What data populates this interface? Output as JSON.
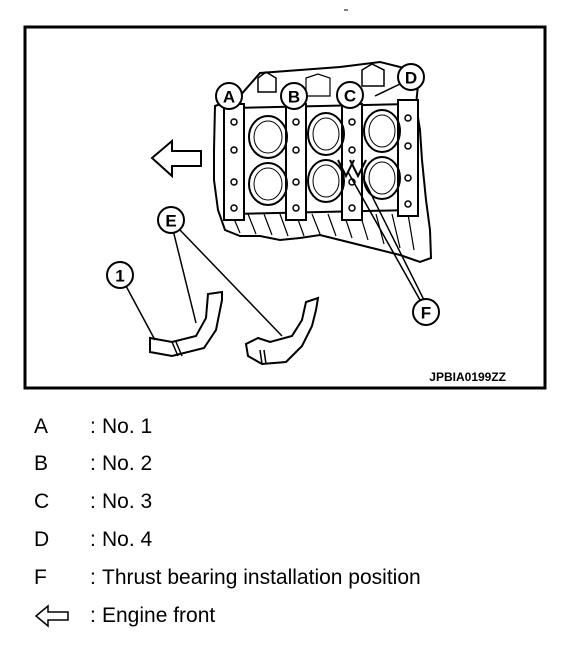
{
  "figure": {
    "code": "JPBIA0199ZZ",
    "callouts": [
      "A",
      "B",
      "C",
      "D",
      "E",
      "F",
      "1"
    ]
  },
  "legend": [
    {
      "key": "A",
      "separator": ":",
      "text": "No. 1"
    },
    {
      "key": "B",
      "separator": ":",
      "text": "No. 2"
    },
    {
      "key": "C",
      "separator": ":",
      "text": "No. 3"
    },
    {
      "key": "D",
      "separator": ":",
      "text": "No. 4"
    },
    {
      "key": "F",
      "separator": ":",
      "text": "Thrust bearing installation position"
    },
    {
      "key": "",
      "separator": ":",
      "text": "Engine front",
      "icon": "arrow-left-outline-icon"
    }
  ]
}
